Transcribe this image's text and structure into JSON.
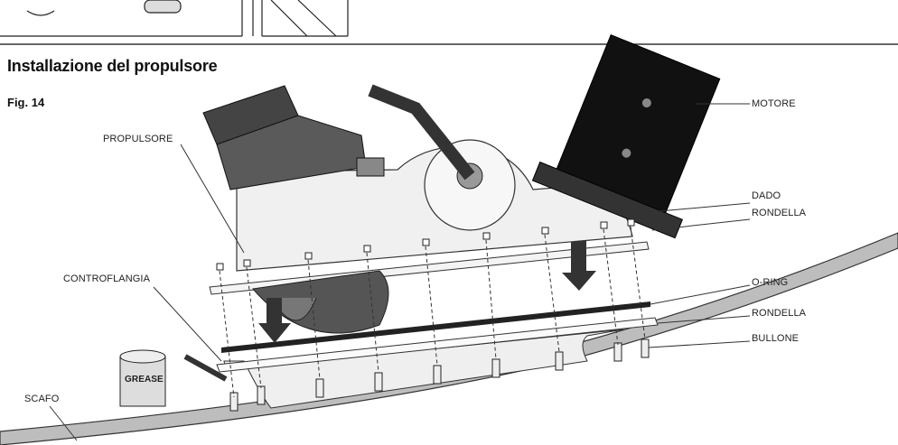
{
  "header": {
    "title": "Installazione del propulsore",
    "figure": "Fig. 14"
  },
  "labels": {
    "motore": "MOTORE",
    "propulsore": "PROPULSORE",
    "dado": "DADO",
    "rondella_top": "RONDELLA",
    "controflangia": "CONTROFLANGIA",
    "o_ring": "O-RING",
    "rondella_bottom": "RONDELLA",
    "bullone": "BULLONE",
    "scafo": "SCAFO",
    "grease": "GREASE"
  }
}
